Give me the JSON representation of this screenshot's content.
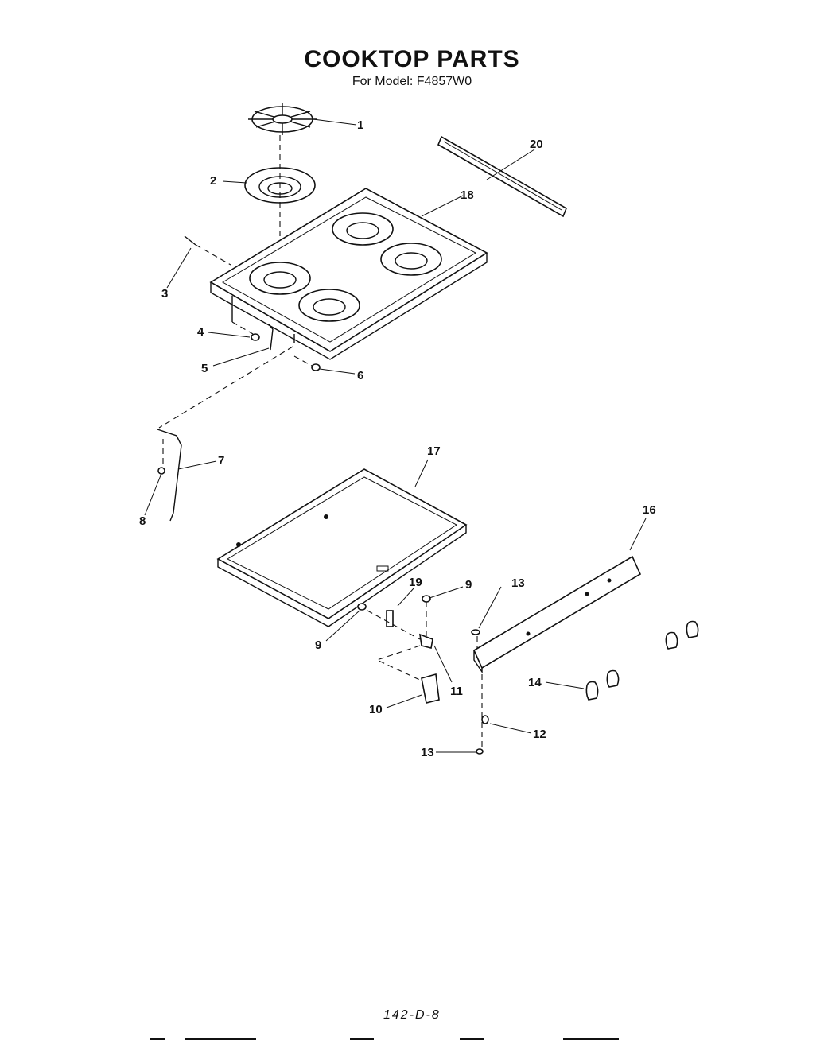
{
  "header": {
    "title": "COOKTOP PARTS",
    "subtitle": "For Model: F4857W0"
  },
  "callouts": [
    "1",
    "2",
    "3",
    "4",
    "5",
    "6",
    "7",
    "8",
    "9",
    "9",
    "10",
    "11",
    "12",
    "13",
    "13",
    "14",
    "16",
    "17",
    "18",
    "19",
    "20"
  ],
  "footer": {
    "code": "142-D-8"
  }
}
